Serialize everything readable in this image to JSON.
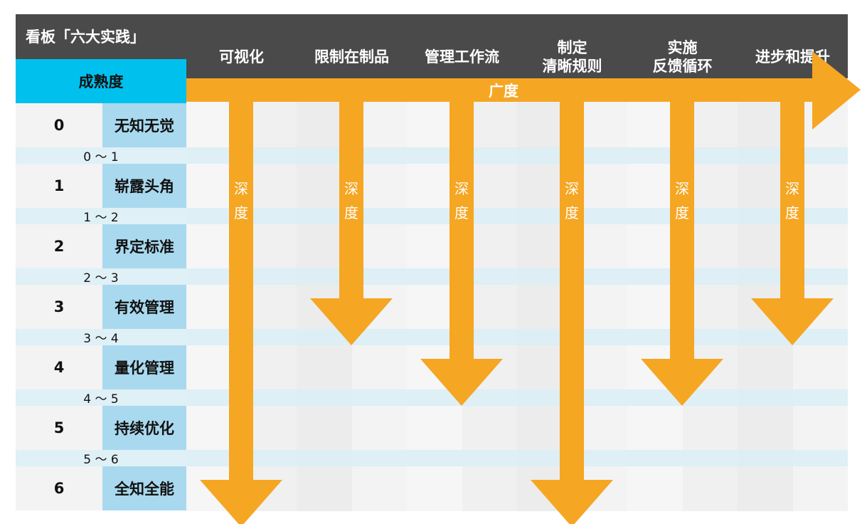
{
  "board": {
    "title": "看板「六大实践」",
    "maturity_header": "成熟度",
    "colors": {
      "header_bg": "#4a4a4a",
      "maturity_header_bg": "#00c0ee",
      "level_name_bg": "#a9d9ee",
      "arrow": "#f5a623",
      "transition_row": "#dceef5"
    }
  },
  "practices": [
    {
      "lines": [
        "可视化"
      ],
      "depth_reaches_level": "6"
    },
    {
      "lines": [
        "限制在制品"
      ],
      "depth_reaches_level": "3"
    },
    {
      "lines": [
        "管理工作流"
      ],
      "depth_reaches_level": "4"
    },
    {
      "lines": [
        "制定",
        "清晰规则"
      ],
      "depth_reaches_level": "6"
    },
    {
      "lines": [
        "实施",
        "反馈循环"
      ],
      "depth_reaches_level": "4"
    },
    {
      "lines": [
        "进步和提升"
      ],
      "depth_reaches_level": "3"
    }
  ],
  "levels": [
    {
      "num": "0",
      "name": "无知无觉"
    },
    {
      "num": "1",
      "name": "崭露头角"
    },
    {
      "num": "2",
      "name": "界定标准"
    },
    {
      "num": "3",
      "name": "有效管理"
    },
    {
      "num": "4",
      "name": "量化管理"
    },
    {
      "num": "5",
      "name": "持续优化"
    },
    {
      "num": "6",
      "name": "全知全能"
    }
  ],
  "transitions": [
    "0 ～ 1",
    "1 ～ 2",
    "2 ～ 3",
    "3 ～ 4",
    "4 ～ 5",
    "5 ～ 6"
  ],
  "arrows": {
    "breadth_label": "广度",
    "depth_label": [
      "深",
      "度"
    ]
  }
}
